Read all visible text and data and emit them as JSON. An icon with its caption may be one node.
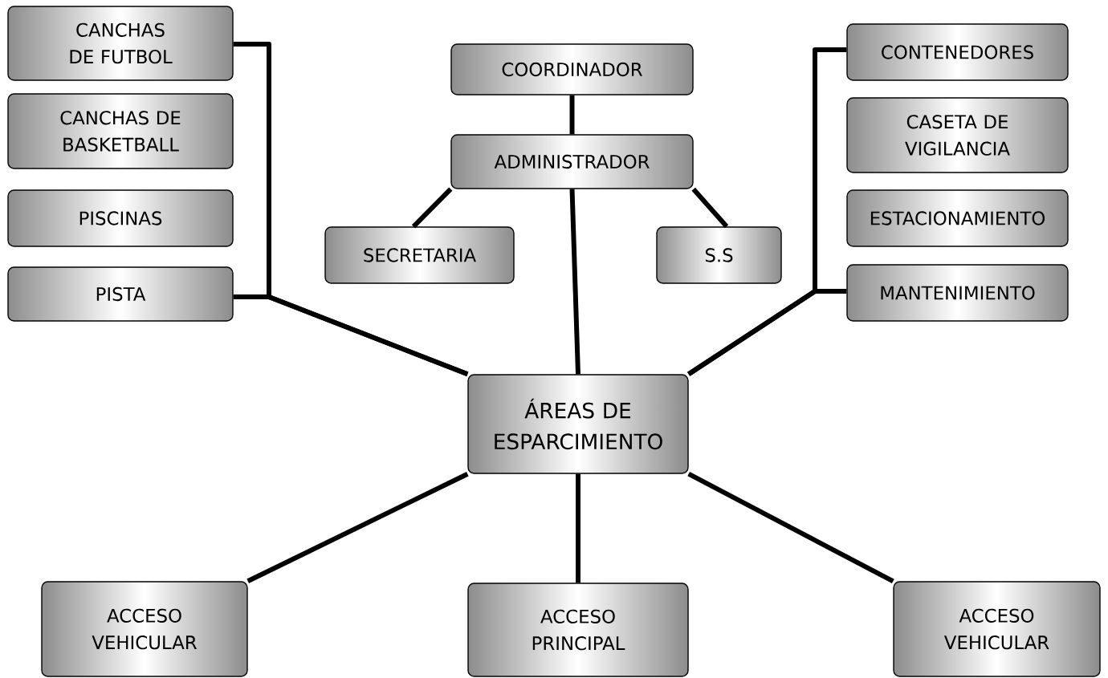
{
  "diagram": {
    "nodes": [
      {
        "text": [
          "CANCHAS DE FUTBOL"
        ]
      },
      {
        "text": [
          "CANCHAS DE BASKETBALL"
        ]
      },
      {
        "text": [
          "PISCINAS"
        ]
      },
      {
        "text": [
          "PISTA"
        ]
      },
      {
        "text": [
          "COORDINADOR"
        ]
      },
      {
        "text": [
          "ADMINISTRADOR"
        ]
      },
      {
        "text": [
          "SECRETARIA"
        ]
      },
      {
        "text": [
          "S.S"
        ]
      },
      {
        "text": [
          "CONTENEDORES"
        ]
      },
      {
        "text": [
          "CASETA DE VIGILANCIA"
        ]
      },
      {
        "text": [
          "ESTACIONAMIENTO"
        ]
      },
      {
        "text": [
          "MANTENIMIENTO"
        ]
      },
      {
        "text": [
          "ÁREAS DE ESPARCIMIENTO"
        ]
      },
      {
        "text": [
          "ACCESO VEHICULAR"
        ]
      },
      {
        "text": [
          "ACCESO PRINCIPAL"
        ]
      },
      {
        "text": [
          "ACCESO VEHICULAR"
        ]
      }
    ],
    "edges": [
      {
        "from": 12,
        "to": 0,
        "arrow": "none"
      },
      {
        "from": 12,
        "to": 3,
        "arrow": "none"
      },
      {
        "from": 4,
        "to": 5,
        "arrow": "none"
      },
      {
        "from": 5,
        "to": 6,
        "arrow": "none"
      },
      {
        "from": 5,
        "to": 7,
        "arrow": "none"
      },
      {
        "from": 5,
        "to": 12,
        "arrow": "none"
      },
      {
        "from": 12,
        "to": 8,
        "arrow": "none"
      },
      {
        "from": 12,
        "to": 11,
        "arrow": "none"
      },
      {
        "from": 12,
        "to": 13,
        "arrow": "none"
      },
      {
        "from": 12,
        "to": 14,
        "arrow": "none"
      },
      {
        "from": 12,
        "to": 15,
        "arrow": "none"
      }
    ]
  }
}
